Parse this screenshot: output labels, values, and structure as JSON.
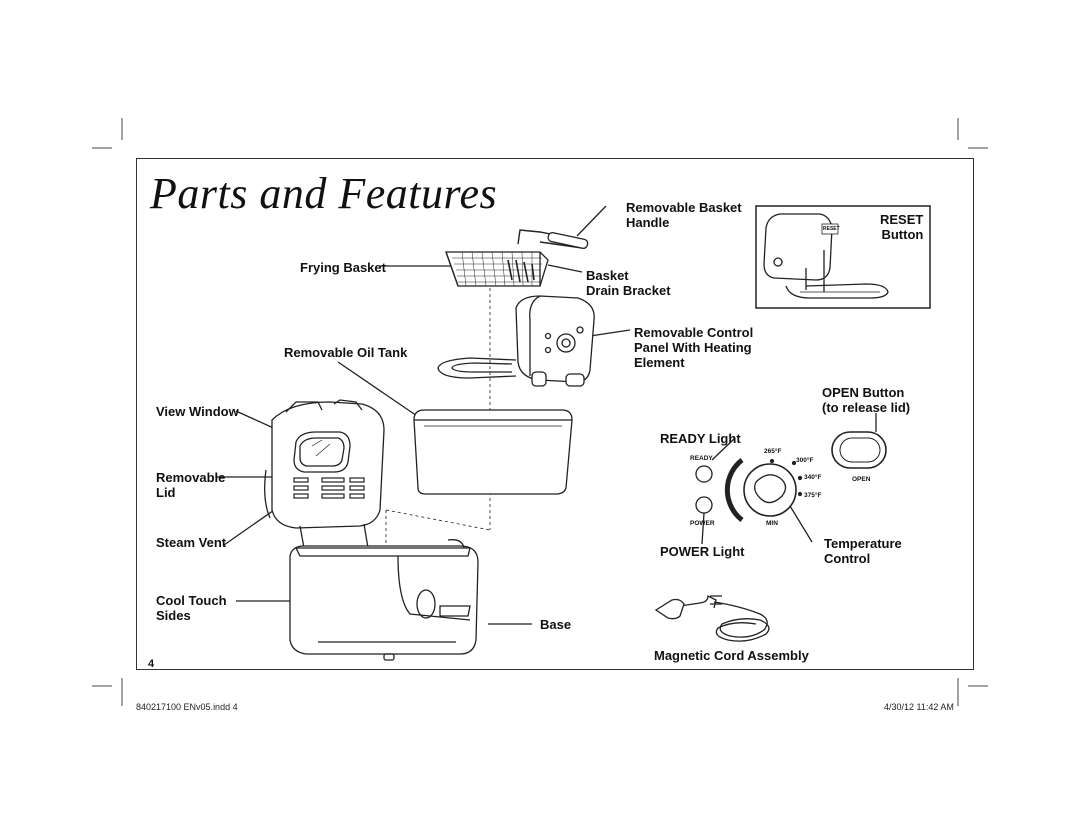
{
  "page": {
    "title": "Parts and Features",
    "page_number": "4",
    "footer_left": "840217100 ENv05.indd   4",
    "footer_right": "4/30/12   11:42 AM"
  },
  "labels": {
    "basket_handle": [
      "Removable Basket",
      "Handle"
    ],
    "frying_basket": "Frying Basket",
    "drain_bracket": [
      "Basket",
      "Drain Bracket"
    ],
    "control_panel": [
      "Removable Control",
      "Panel With Heating",
      "Element"
    ],
    "oil_tank": "Removable Oil Tank",
    "view_window": "View Window",
    "lid": [
      "Removable",
      "Lid"
    ],
    "steam_vent": "Steam Vent",
    "cool_touch": [
      "Cool Touch",
      "Sides"
    ],
    "base": "Base",
    "reset": [
      "RESET",
      "Button"
    ],
    "open_button": [
      "OPEN Button",
      "(to release lid)"
    ],
    "ready_light": "READY Light",
    "power_light": "POWER Light",
    "temperature": [
      "Temperature",
      "Control"
    ],
    "cord": "Magnetic Cord Assembly"
  },
  "control_panel_markings": {
    "ready": "READY",
    "power": "POWER",
    "open": "OPEN",
    "min": "MIN",
    "temps": [
      "265°F",
      "300°F",
      "340°F",
      "375°F"
    ],
    "reset_tag": "RESET"
  }
}
